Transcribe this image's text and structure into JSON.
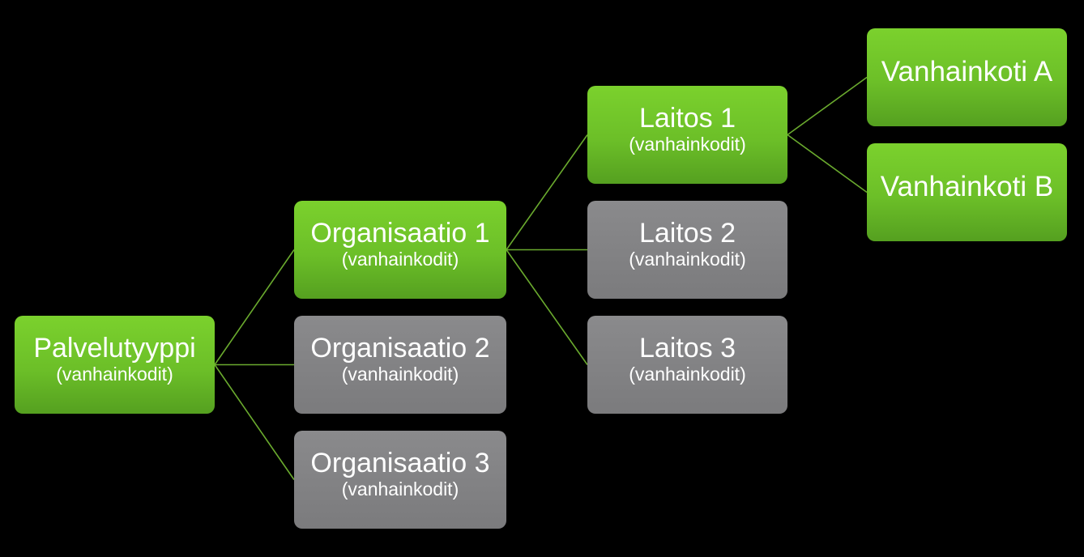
{
  "diagram": {
    "nodes": {
      "root": {
        "title": "Palvelutyyppi",
        "subtitle": "(vanhainkodit)",
        "state": "active"
      },
      "org1": {
        "title": "Organisaatio 1",
        "subtitle": "(vanhainkodit)",
        "state": "active"
      },
      "org2": {
        "title": "Organisaatio 2",
        "subtitle": "(vanhainkodit)",
        "state": "inactive"
      },
      "org3": {
        "title": "Organisaatio 3",
        "subtitle": "(vanhainkodit)",
        "state": "inactive"
      },
      "lai1": {
        "title": "Laitos 1",
        "subtitle": "(vanhainkodit)",
        "state": "active"
      },
      "lai2": {
        "title": "Laitos 2",
        "subtitle": "(vanhainkodit)",
        "state": "inactive"
      },
      "lai3": {
        "title": "Laitos 3",
        "subtitle": "(vanhainkodit)",
        "state": "inactive"
      },
      "vhA": {
        "title": "Vanhainkoti A",
        "state": "active"
      },
      "vhB": {
        "title": "Vanhainkoti B",
        "state": "active"
      }
    },
    "edges": [
      [
        "root",
        "org1"
      ],
      [
        "root",
        "org2"
      ],
      [
        "root",
        "org3"
      ],
      [
        "org1",
        "lai1"
      ],
      [
        "org1",
        "lai2"
      ],
      [
        "org1",
        "lai3"
      ],
      [
        "lai1",
        "vhA"
      ],
      [
        "lai1",
        "vhB"
      ]
    ],
    "colors": {
      "active": "#6cbf28",
      "inactive": "#7d7d7f",
      "connector": "#6aaa2e",
      "background": "#000000",
      "text": "#ffffff"
    }
  }
}
